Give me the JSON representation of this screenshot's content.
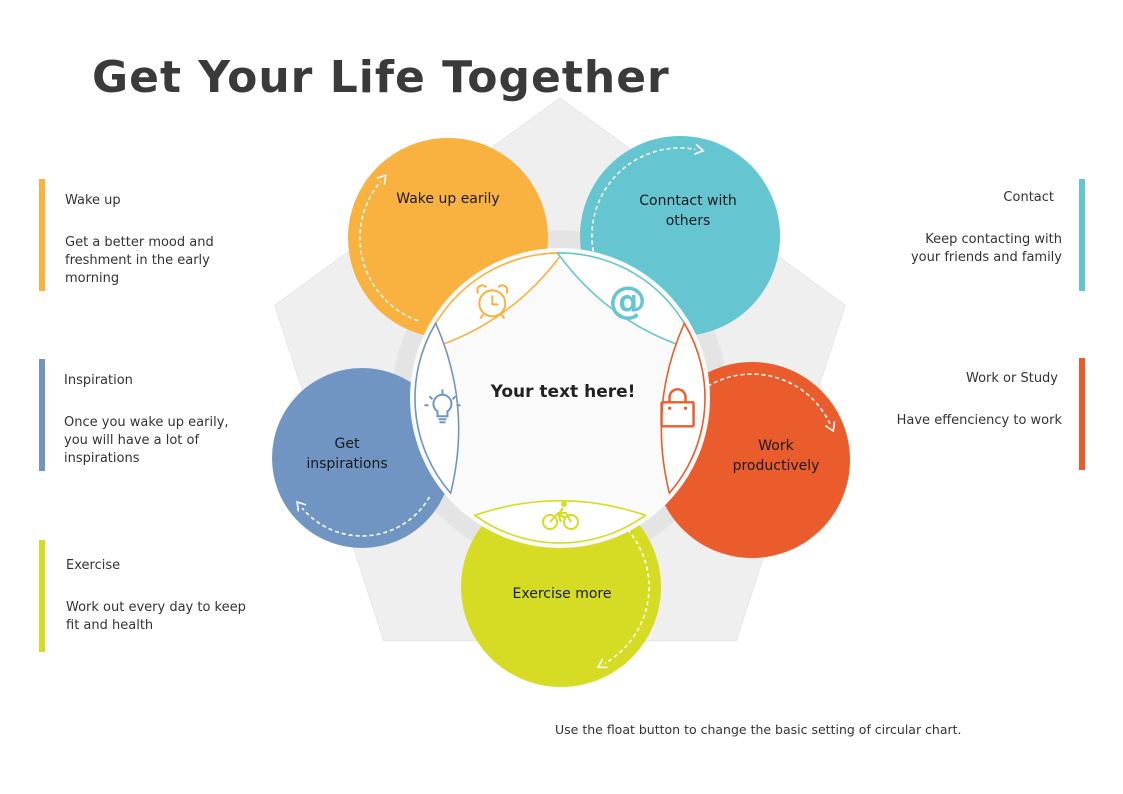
{
  "title": "Get Your Life Together",
  "center_text": "Your text here!",
  "footnote": "Use the float button to change the basic setting of circular chart.",
  "colors": {
    "orange": "#F9B13F",
    "teal": "#65C6D1",
    "red": "#EB5C2C",
    "yellow": "#D6DC24",
    "blue": "#7195C2",
    "background_pentagon": "#EFEFEF",
    "text": "#333333"
  },
  "petals": [
    {
      "label": "Wake up earily",
      "icon": "alarm-clock-icon",
      "color": "#F9B13F"
    },
    {
      "label": "Conntact with others",
      "icon": "at-sign-icon",
      "color": "#65C6D1"
    },
    {
      "label": "Work productively",
      "icon": "shopping-bag-icon",
      "color": "#EB5C2C"
    },
    {
      "label": "Exercise more",
      "icon": "bicycle-icon",
      "color": "#D6DC24"
    },
    {
      "label": "Get inspirations",
      "icon": "light-bulb-icon",
      "color": "#7195C2"
    }
  ],
  "notes": {
    "wake": {
      "head": "Wake up",
      "body": "Get a better mood and freshment in the early morning"
    },
    "inspiration": {
      "head": "Inspiration",
      "body": "Once you wake up earily, you will have a lot of inspirations"
    },
    "exercise": {
      "head": "Exercise",
      "body": "Work out every day to keep fit and health"
    },
    "contact": {
      "head": "Contact",
      "body": "Keep contacting with your friends and family"
    },
    "work": {
      "head": "Work or Study",
      "body": "Have effenciency to work"
    }
  }
}
